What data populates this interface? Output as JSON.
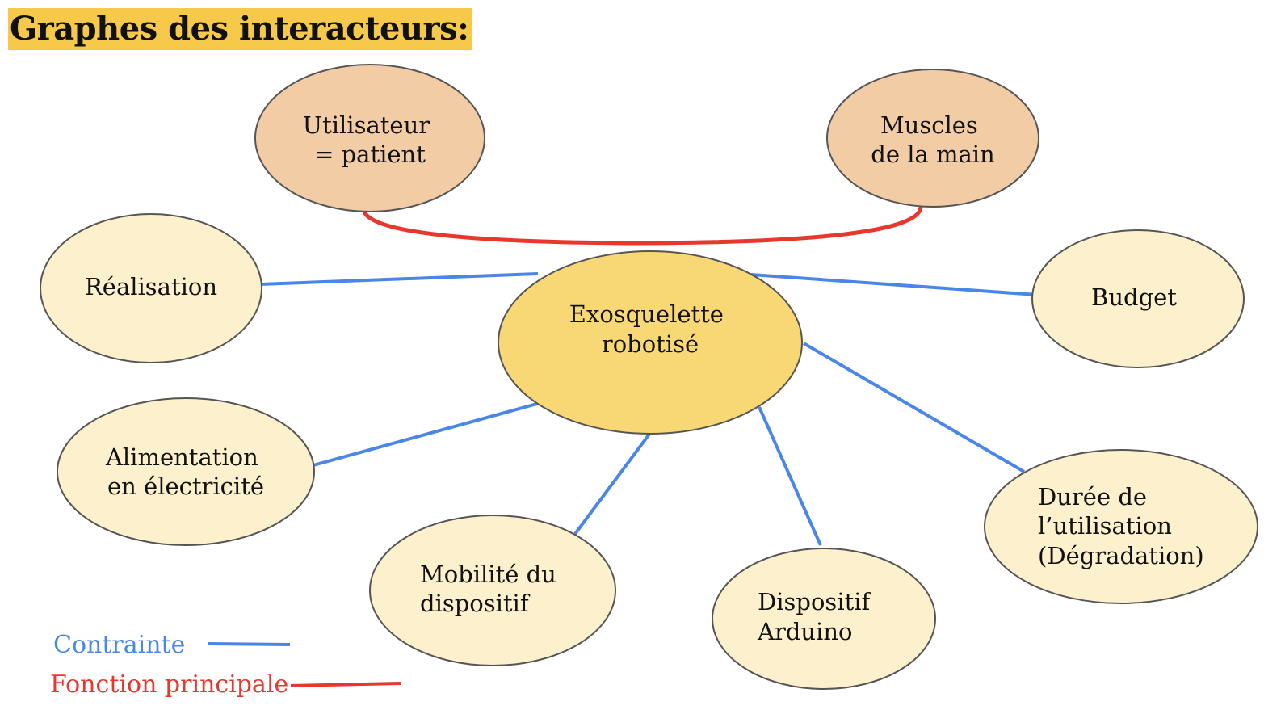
{
  "title": "Graphes des interacteurs:",
  "colors": {
    "constraint_line": "#4a86e8",
    "main_function_line": "#e8382e",
    "center_fill": "#f8d775",
    "actor_fill": "#f2cca5",
    "peripheral_fill": "#fcf0cd",
    "node_stroke": "#555555"
  },
  "nodes": {
    "center": {
      "lines": [
        "Exosquelette",
        "robotisé"
      ]
    },
    "user": {
      "lines": [
        "Utilisateur",
        "= patient"
      ]
    },
    "muscles": {
      "lines": [
        "Muscles",
        "de la main"
      ]
    },
    "realisation": {
      "lines": [
        "Réalisation"
      ]
    },
    "budget": {
      "lines": [
        "Budget"
      ]
    },
    "alimentation": {
      "lines": [
        "Alimentation",
        "en électricité"
      ]
    },
    "mobilite": {
      "lines": [
        "Mobilité du",
        "dispositif"
      ]
    },
    "arduino": {
      "lines": [
        "Dispositif",
        "Arduino"
      ]
    },
    "duree": {
      "lines": [
        "Durée de",
        "l’utilisation",
        "(Dégradation)"
      ]
    }
  },
  "links": [
    {
      "type": "constraint",
      "from": "center",
      "to": "realisation"
    },
    {
      "type": "constraint",
      "from": "center",
      "to": "budget"
    },
    {
      "type": "constraint",
      "from": "center",
      "to": "alimentation"
    },
    {
      "type": "constraint",
      "from": "center",
      "to": "mobilite"
    },
    {
      "type": "constraint",
      "from": "center",
      "to": "arduino"
    },
    {
      "type": "constraint",
      "from": "center",
      "to": "duree"
    },
    {
      "type": "main_function",
      "from": "user",
      "to": "muscles"
    }
  ],
  "legend": {
    "constraint": "Contrainte",
    "main_function": "Fonction principale"
  }
}
